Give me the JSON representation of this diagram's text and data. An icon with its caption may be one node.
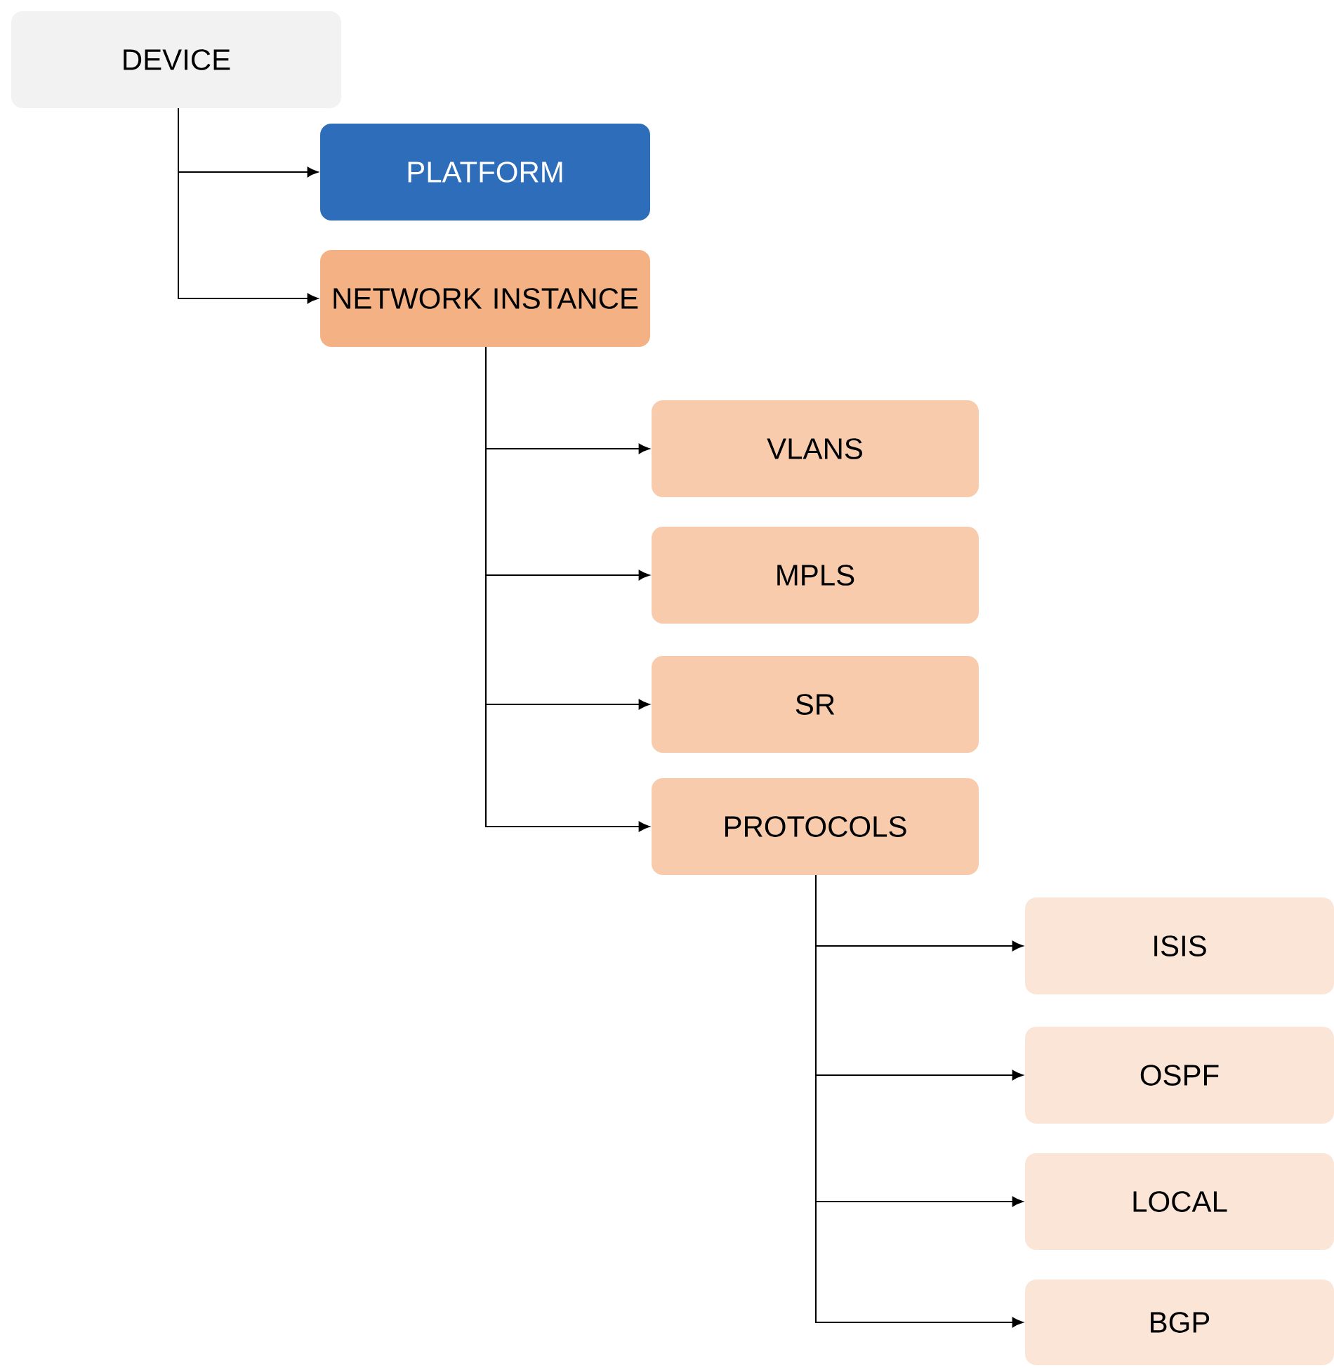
{
  "diagram": {
    "nodes": [
      {
        "text": [
          "DEVICE"
        ]
      },
      {
        "text": [
          "PLATFORM"
        ]
      },
      {
        "text": [
          "NETWORK INSTANCE"
        ]
      },
      {
        "text": [
          "VLANS"
        ]
      },
      {
        "text": [
          "MPLS"
        ]
      },
      {
        "text": [
          "SR"
        ]
      },
      {
        "text": [
          "PROTOCOLS"
        ]
      },
      {
        "text": [
          "ISIS"
        ]
      },
      {
        "text": [
          "OSPF"
        ]
      },
      {
        "text": [
          "LOCAL"
        ]
      },
      {
        "text": [
          "BGP"
        ]
      }
    ],
    "edges": [
      {
        "from": 0,
        "to": 1,
        "arrow": "to"
      },
      {
        "from": 0,
        "to": 2,
        "arrow": "to"
      },
      {
        "from": 2,
        "to": 3,
        "arrow": "to"
      },
      {
        "from": 2,
        "to": 4,
        "arrow": "to"
      },
      {
        "from": 2,
        "to": 5,
        "arrow": "to"
      },
      {
        "from": 2,
        "to": 6,
        "arrow": "to"
      },
      {
        "from": 6,
        "to": 7,
        "arrow": "to"
      },
      {
        "from": 6,
        "to": 8,
        "arrow": "to"
      },
      {
        "from": 6,
        "to": 9,
        "arrow": "to"
      },
      {
        "from": 6,
        "to": 10,
        "arrow": "to"
      }
    ]
  }
}
